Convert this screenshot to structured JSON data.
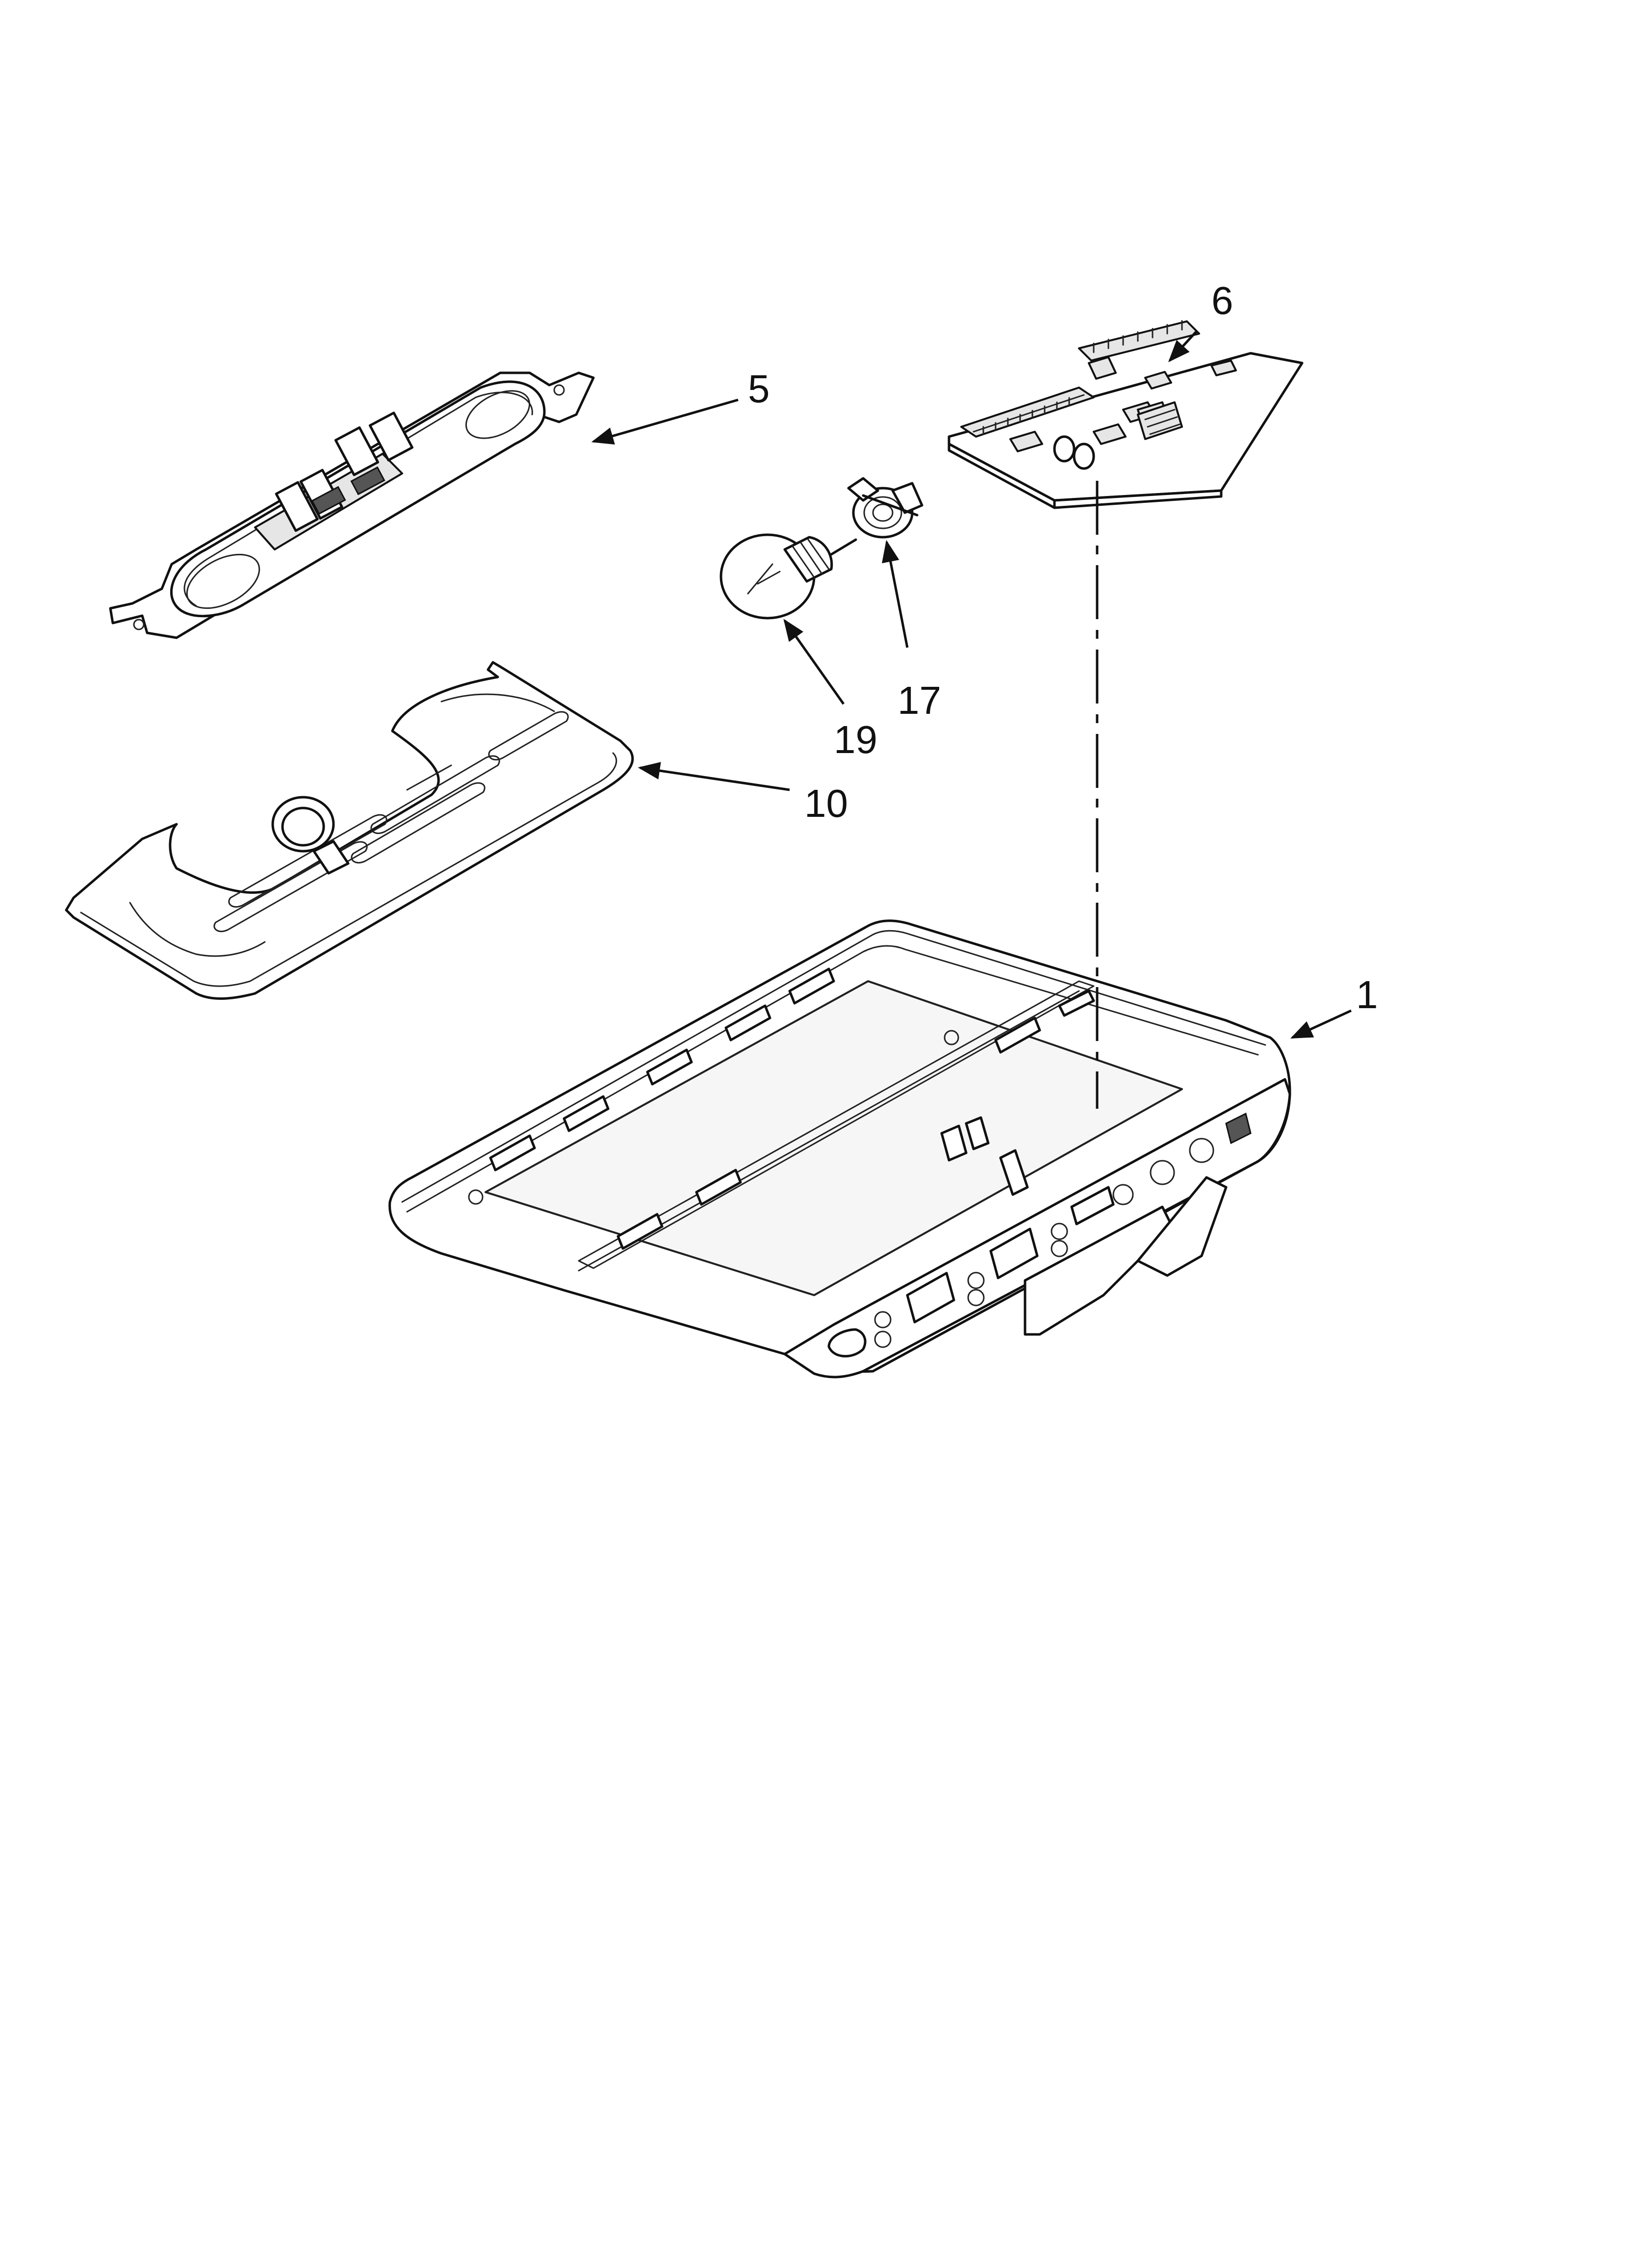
{
  "diagram": {
    "parts": [
      {
        "id": "part-1",
        "label": "1"
      },
      {
        "id": "part-5",
        "label": "5"
      },
      {
        "id": "part-6",
        "label": "6"
      },
      {
        "id": "part-10",
        "label": "10"
      },
      {
        "id": "part-17",
        "label": "17"
      },
      {
        "id": "part-19",
        "label": "19"
      }
    ]
  }
}
